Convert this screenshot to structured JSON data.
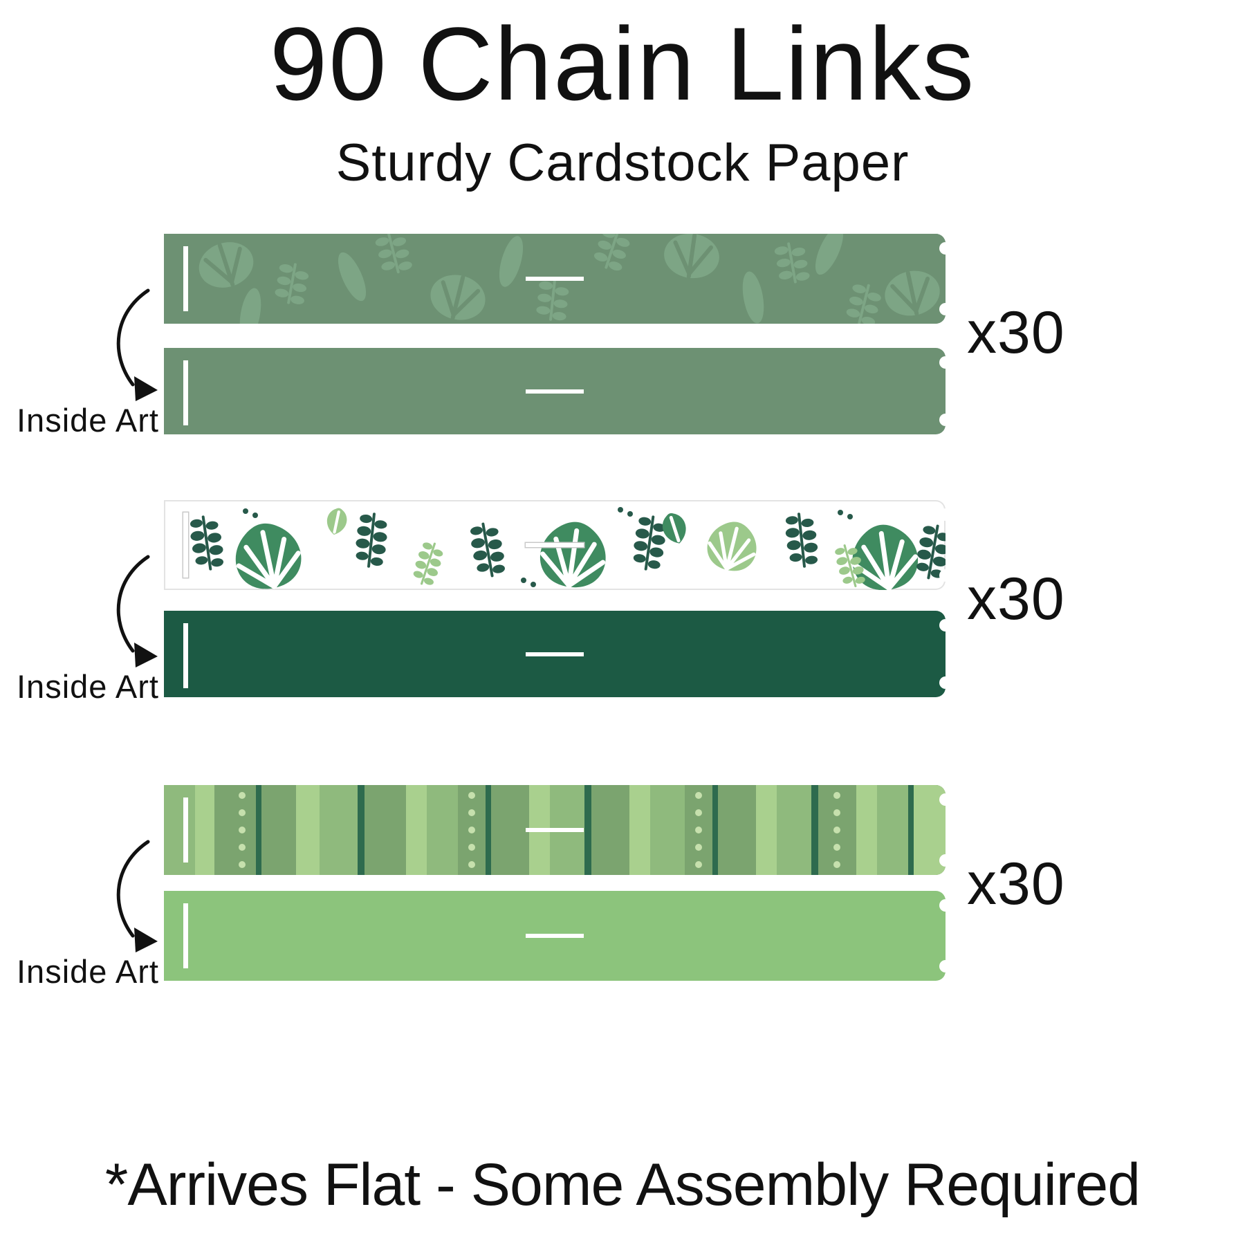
{
  "header": {
    "title": "90 Chain Links",
    "subtitle": "Sturdy Cardstock Paper"
  },
  "footer": {
    "note": "*Arrives Flat - Some Assembly Required"
  },
  "sections": [
    {
      "pattern": "sage-tonal-leaves",
      "quantity_label": "x30",
      "inside_label": "Inside Art"
    },
    {
      "pattern": "white-botanical-leaves",
      "quantity_label": "x30",
      "inside_label": "Inside Art"
    },
    {
      "pattern": "green-vertical-stripes",
      "quantity_label": "x30",
      "inside_label": "Inside Art"
    }
  ],
  "colors": {
    "ink": "#111111",
    "strip1_bg": "#6d9173",
    "strip1_leaf": "#7da585",
    "strip1_inside": "#6d9173",
    "strip2_bg": "#ffffff",
    "strip2_leaf_dark": "#27594a",
    "strip2_leaf_mid": "#3f8b60",
    "strip2_leaf_light": "#9cc98b",
    "strip2_inside": "#1c5a44",
    "strip3_base": "#7ba46f",
    "strip3_mid": "#8fba7d",
    "strip3_light": "#a9d08e",
    "strip3_dark": "#2e6b4e",
    "strip3_dot": "#c6e0ad",
    "strip3_inside": "#8cc47c"
  }
}
